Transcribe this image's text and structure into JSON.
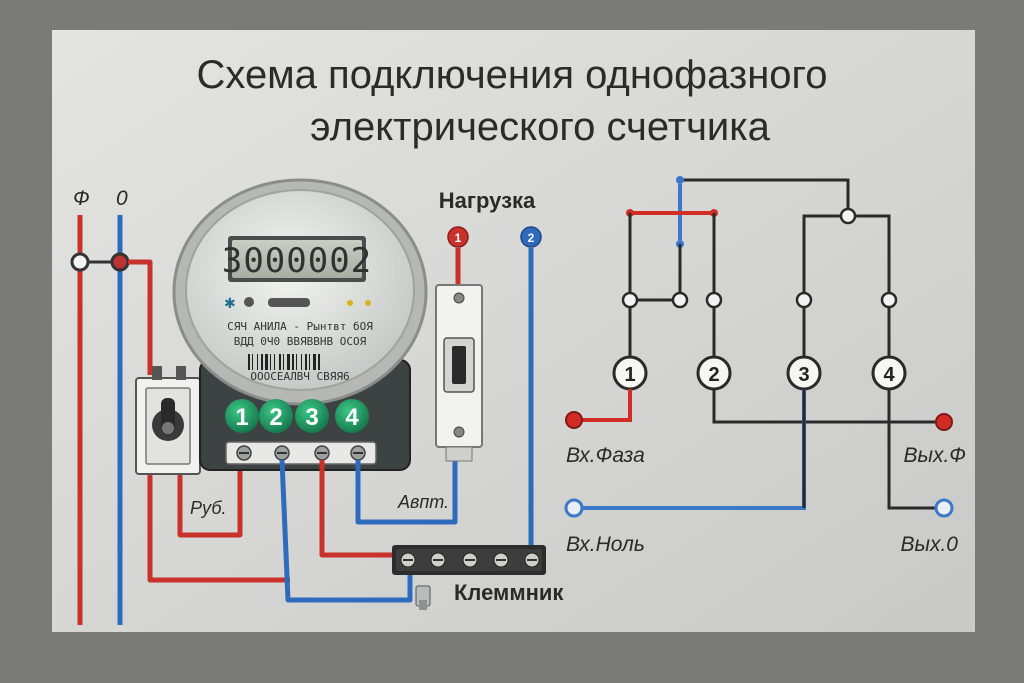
{
  "title": {
    "line1": "Схема подключения однофазного",
    "line2": "электрического счетчика"
  },
  "bus_labels": {
    "phase": "Ф",
    "neutral": "0"
  },
  "load_label": "Нагрузка",
  "load_terminals": {
    "left": "1",
    "right": "2"
  },
  "meter": {
    "display": "3000002",
    "line1": "СЯЧ АНИЛА - Рынтвт бОЯ",
    "line2": "ВДД 0Ч0 ВВЯВВНВ ОСОЯ",
    "barcode_caption": "ОООСЕАЛВЧ СВЯЯ6",
    "terminals": [
      "1",
      "2",
      "3",
      "4"
    ]
  },
  "switch_label": "Руб.",
  "breaker_label": "Авпт.",
  "terminal_block_label": "Клеммник",
  "schematic": {
    "numbers": [
      "1",
      "2",
      "3",
      "4"
    ],
    "in_phase": "Вх.Фаза",
    "in_neutral": "Вх.Ноль",
    "out_phase": "Вых.Ф",
    "out_neutral": "Вых.0"
  },
  "colors": {
    "phase_wire": "#c8322a",
    "neutral_wire": "#2f6bbd",
    "terminal_button": "#1f9a5e",
    "board": "#d6d6d4",
    "background": "#7d7d7b"
  },
  "icons": [
    "star-icon",
    "screw-icon",
    "toggle-lever-icon",
    "connector-clip-icon"
  ]
}
